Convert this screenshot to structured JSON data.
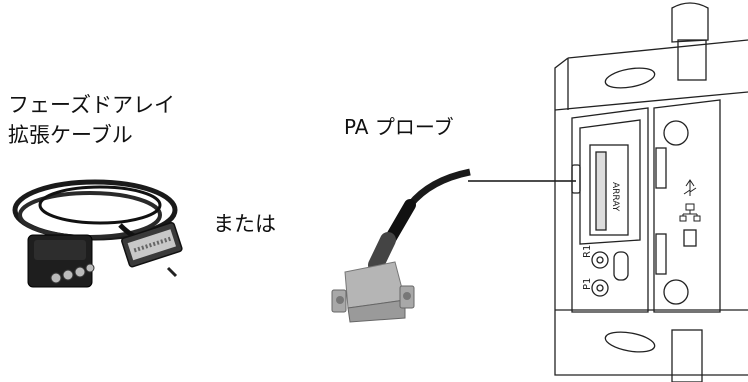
{
  "labels": {
    "cable_line1": "フェーズドアレイ",
    "cable_line2": "拡張ケーブル",
    "probe": "PA プローブ",
    "or": "または"
  },
  "device_text": {
    "slot_text": "ARRAY",
    "p1": "P1",
    "r1": "R1"
  },
  "colors": {
    "cable": "#1a1a1a",
    "connector_metal": "#b5b5b5",
    "device_outline": "#222222"
  }
}
